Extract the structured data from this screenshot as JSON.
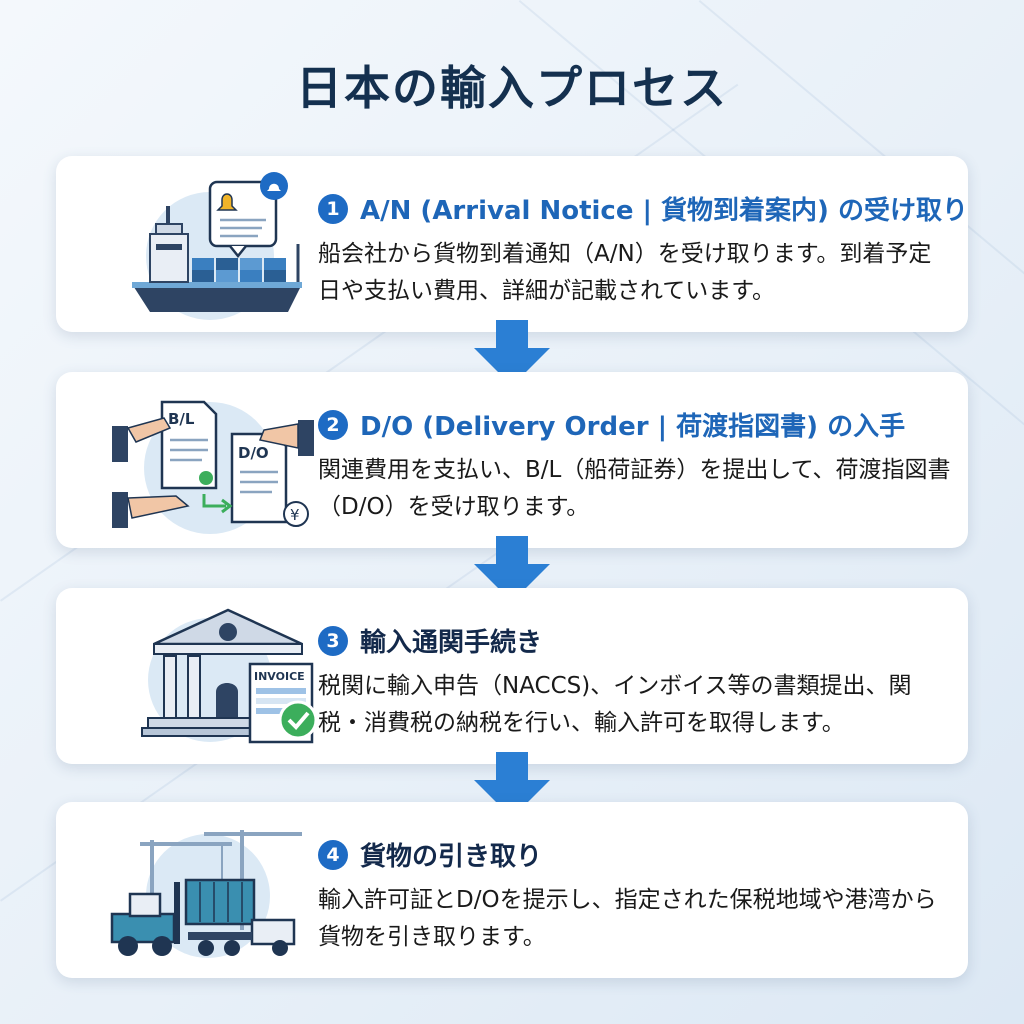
{
  "title": "日本の輸入プロセス",
  "steps": [
    {
      "number": "1",
      "heading": "A/N (Arrival Notice | 貨物到着案内) の受け取り",
      "description": "船会社から貨物到着通知（A/N）を受け取ります。到着予定日や支払い費用、詳細が記載されています。",
      "icon": "cargo-ship-icon"
    },
    {
      "number": "2",
      "heading": "D/O (Delivery Order | 荷渡指図書) の入手",
      "description": "関連費用を支払い、B/L（船荷証券）を提出して、荷渡指図書（D/O）を受け取ります。",
      "icon": "document-exchange-icon",
      "doc_labels": [
        "B/L",
        "D/O",
        "¥"
      ]
    },
    {
      "number": "3",
      "heading": "輸入通関手続き",
      "description": "税関に輸入申告（NACCS)、インボイス等の書類提出、関税・消費税の納税を行い、輸入許可を取得します。",
      "icon": "customs-building-icon",
      "doc_labels": [
        "INVOICE"
      ]
    },
    {
      "number": "4",
      "heading": "貨物の引き取り",
      "description": "輸入許可証とD/Oを提示し、指定された保税地域や港湾から貨物を引き取ります。",
      "icon": "forklift-truck-icon"
    }
  ],
  "colors": {
    "accent": "#1e6bc4",
    "heading_blue": "#1e66b8",
    "title": "#14304f",
    "arrow": "#2b7fd4"
  }
}
